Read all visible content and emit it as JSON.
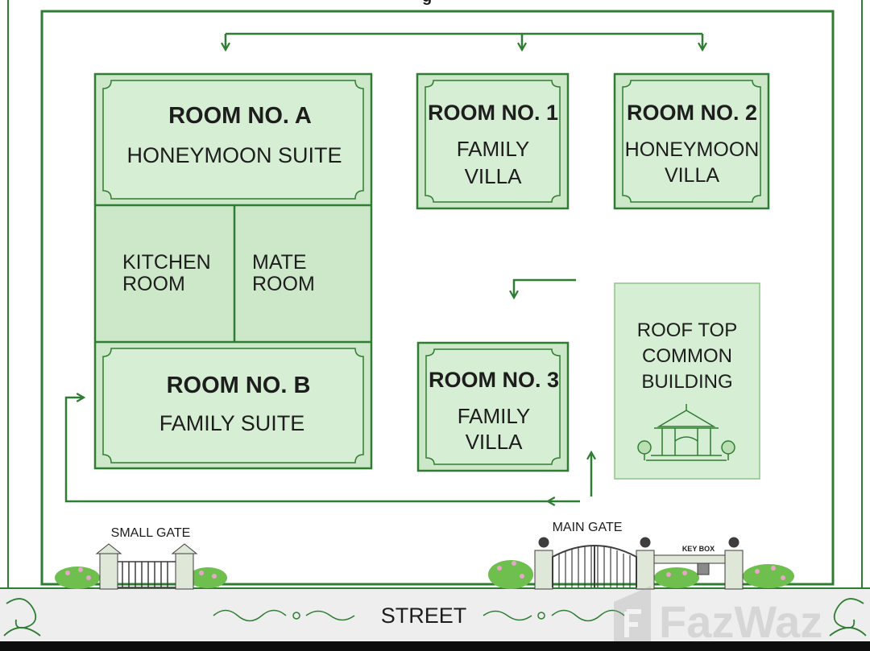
{
  "colors": {
    "line": "#2e7d32",
    "room_fill": "#cce8c9",
    "room_inner": "#d6eed3",
    "text": "#1d1d1d",
    "bush": "#6fbf4f",
    "flower": "#e7a6c8",
    "street": "#eeeeee"
  },
  "top_cut_text": "g",
  "rooms": {
    "a": {
      "title": "ROOM NO. A",
      "sub1": "HONEYMOON SUITE"
    },
    "kitchen": {
      "line1": "KITCHEN",
      "line2": "ROOM"
    },
    "mate": {
      "line1": "MATE",
      "line2": "ROOM"
    },
    "b": {
      "title": "ROOM NO. B",
      "sub1": "FAMILY SUITE"
    },
    "r1": {
      "title": "ROOM NO. 1",
      "sub1": "FAMILY",
      "sub2": "VILLA"
    },
    "r2": {
      "title": "ROOM NO. 2",
      "sub1": "HONEYMOON",
      "sub2": "VILLA"
    },
    "r3": {
      "title": "ROOM NO. 3",
      "sub1": "FAMILY",
      "sub2": "VILLA"
    },
    "rooftop": {
      "line1": "ROOF TOP",
      "line2": "COMMON",
      "line3": "BUILDING",
      "icon": "gazebo-icon"
    }
  },
  "gates": {
    "small": {
      "label": "SMALL GATE",
      "icon": "gate-icon"
    },
    "main": {
      "label": "MAIN GATE",
      "icon": "gate-icon"
    },
    "keybox": {
      "label": "KEY BOX",
      "icon": "key-box-icon"
    }
  },
  "street": {
    "label": "STREET"
  },
  "watermark": {
    "text": "FazWaz",
    "icon": "fazwaz-logo-icon"
  }
}
